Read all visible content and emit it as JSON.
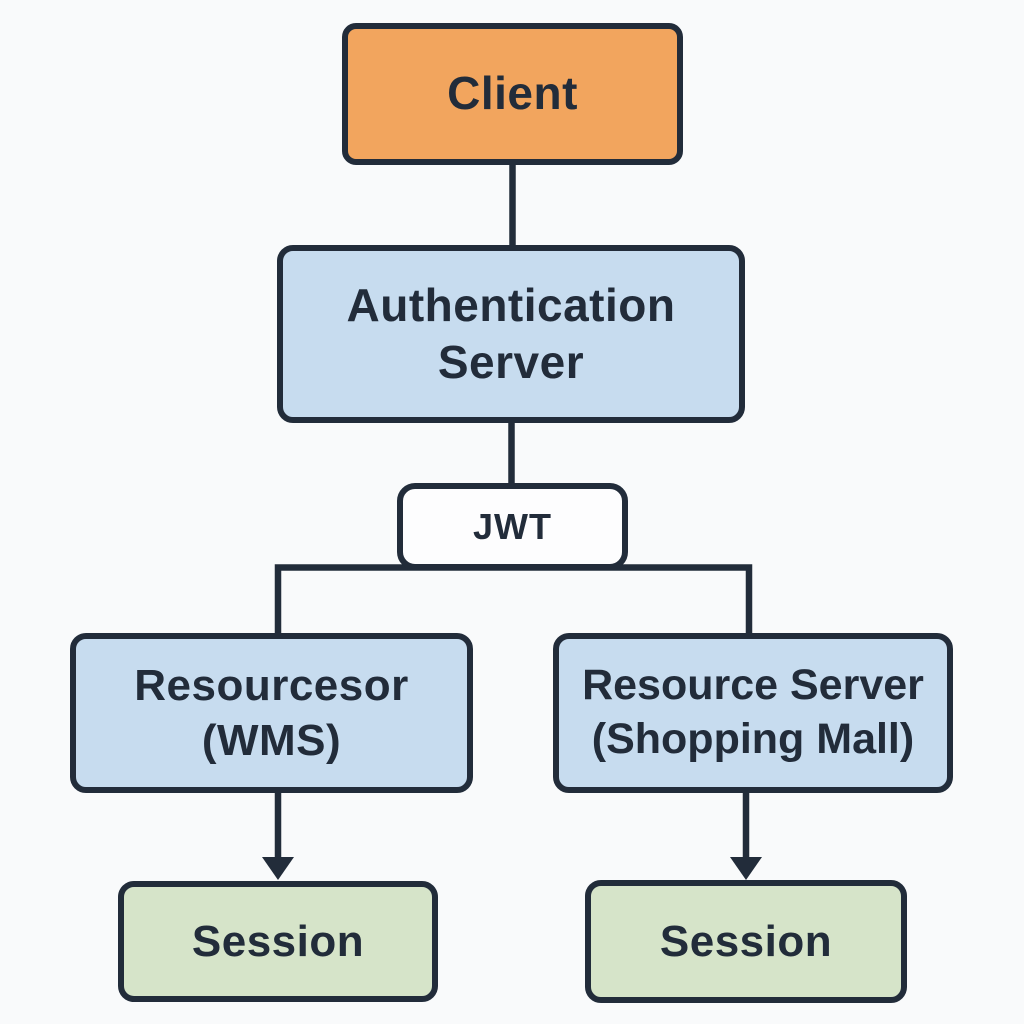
{
  "colors": {
    "background": "#F9FAFB",
    "stroke": "#222C3A",
    "text": "#222C3A",
    "client_fill": "#F2A55E",
    "server_fill": "#C7DCEF",
    "token_fill": "#FDFDFE",
    "session_fill": "#D6E4C9"
  },
  "nodes": {
    "client": {
      "label": "Client"
    },
    "auth_server": {
      "label": "Authentication\nServer"
    },
    "jwt": {
      "label": "JWT"
    },
    "resource_wms": {
      "label": "Resourcesor\n(WMS)"
    },
    "resource_mall": {
      "label": "Resource Server\n(Shopping Mall)"
    },
    "session_wms": {
      "label": "Session"
    },
    "session_mall": {
      "label": "Session"
    }
  }
}
